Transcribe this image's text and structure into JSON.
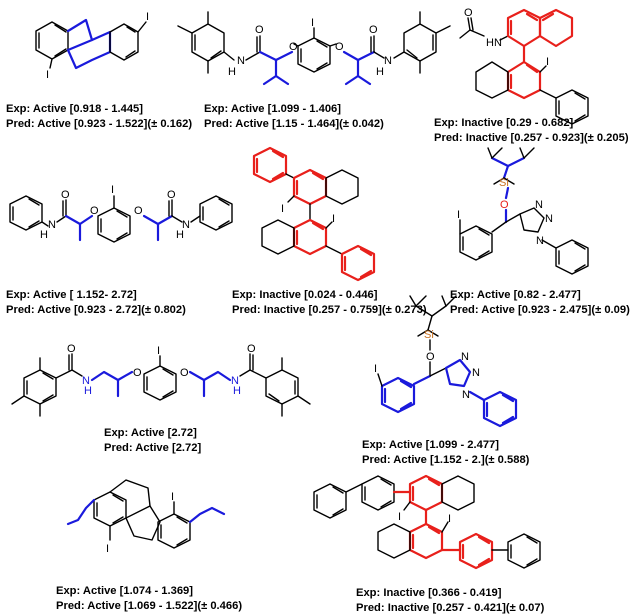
{
  "molecules": [
    {
      "exp": "Exp: Active [0.918 - 1.445]",
      "pred": "Pred: Active [0.923 - 1.522](± 0.162)"
    },
    {
      "exp": "Exp: Active [1.099 - 1.406]",
      "pred": "Pred: Active [1.15 - 1.464](± 0.042)"
    },
    {
      "exp": "Exp: Inactive [0.29 - 0.682]",
      "pred": "Pred: Inactive [0.257 - 0.923](± 0.205)"
    },
    {
      "exp": "Exp: Active [ 1.152- 2.72]",
      "pred": "Pred: Active [0.923 - 2.72](± 0.802)"
    },
    {
      "exp": "Exp: Inactive [0.024 - 0.446]",
      "pred": "Pred: Inactive [0.257 - 0.759](± 0.273)"
    },
    {
      "exp": "Exp: Active [0.82 - 2.477]",
      "pred": "Pred: Active [0.923 - 2.475](± 0.09)"
    },
    {
      "exp": "Exp: Active [2.72]",
      "pred": "Pred: Active [2.72]"
    },
    {
      "exp": "Exp: Active [1.099 - 2.477]",
      "pred": "Pred: Active [1.152 - 2.](± 0.588)"
    },
    {
      "exp": "Exp: Active [1.074 - 1.369]",
      "pred": "Pred: Active [1.069 - 1.522](± 0.466)"
    },
    {
      "exp": "Exp: Inactive [0.366 - 0.419]",
      "pred": "Pred: Inactive [0.257 - 0.421](± 0.07)"
    }
  ],
  "atoms": {
    "iodine": "I",
    "oxygen": "O",
    "silicon": "Si",
    "nitrogen": "N",
    "nh": "NH",
    "hn": "HN",
    "h": "H"
  },
  "colors": {
    "highlight_blue": "#1a1adc",
    "highlight_red": "#e8201b",
    "bond": "#000000"
  }
}
